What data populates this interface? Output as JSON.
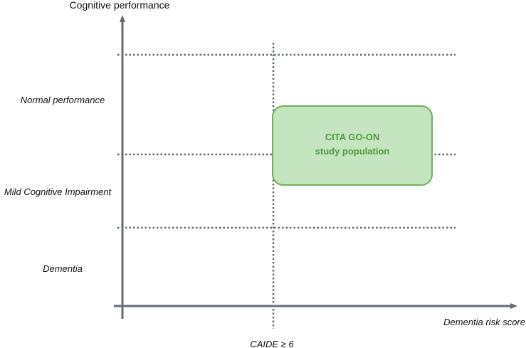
{
  "axes": {
    "y_title": "Cognitive performance",
    "x_title": "Dementia risk score",
    "threshold_label": "CAIDE ≥ 6"
  },
  "bands": [
    {
      "label": "Normal performance"
    },
    {
      "label": "Mild Cognitive Impairment"
    },
    {
      "label": "Dementia"
    }
  ],
  "box": {
    "line1": "CITA GO-ON",
    "line2": "study population"
  },
  "colors": {
    "axis": "#626b78",
    "dotted": "#5f6775",
    "box_fill": "#c5e5c0",
    "box_stroke": "#6db25b",
    "box_text": "#4f9a3e"
  }
}
